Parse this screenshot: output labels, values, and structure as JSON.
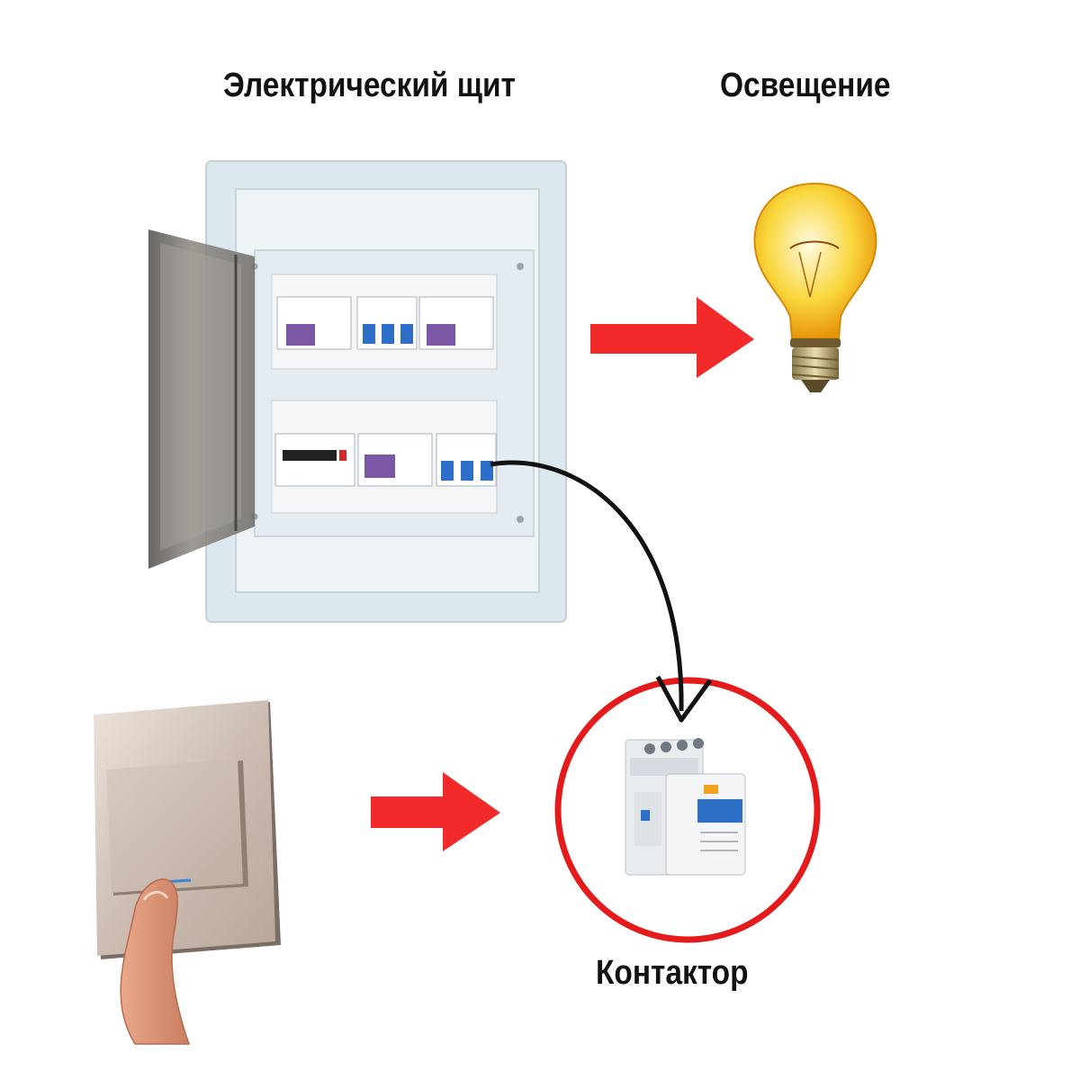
{
  "labels": {
    "panel": "Электрический щит",
    "lighting": "Освещение",
    "contactor": "Контактор"
  },
  "colors": {
    "arrow_red": "#f22a2a",
    "circle_red": "#e51b1b",
    "wire_black": "#111111",
    "bulb_glow": "#f6c417",
    "panel_body": "#dbe6ee"
  },
  "icons": [
    "electrical-panel-icon",
    "light-bulb-icon",
    "wall-switch-icon",
    "contactor-icon"
  ]
}
